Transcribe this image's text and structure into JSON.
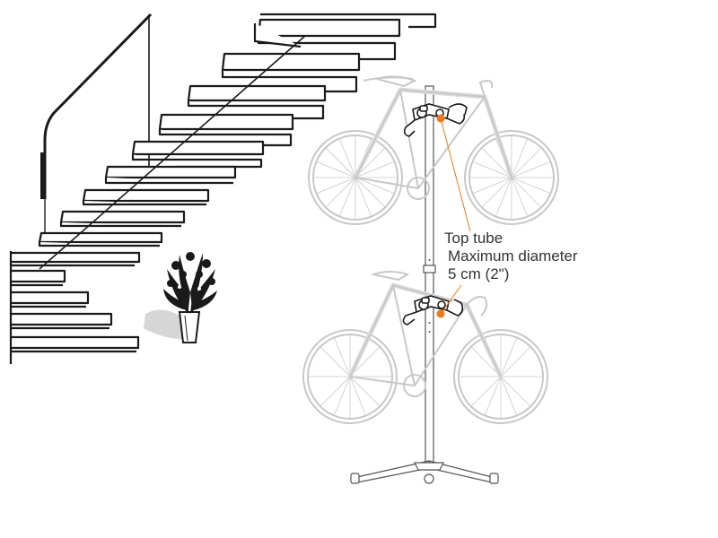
{
  "callout": {
    "line1": "Top tube",
    "line2": "Maximum diameter",
    "line3": "5 cm (2\")"
  },
  "colors": {
    "stroke": "#1a1a1a",
    "bike_stroke": "#c8c8c8",
    "accent": "#f07a1a",
    "text": "#333333"
  }
}
